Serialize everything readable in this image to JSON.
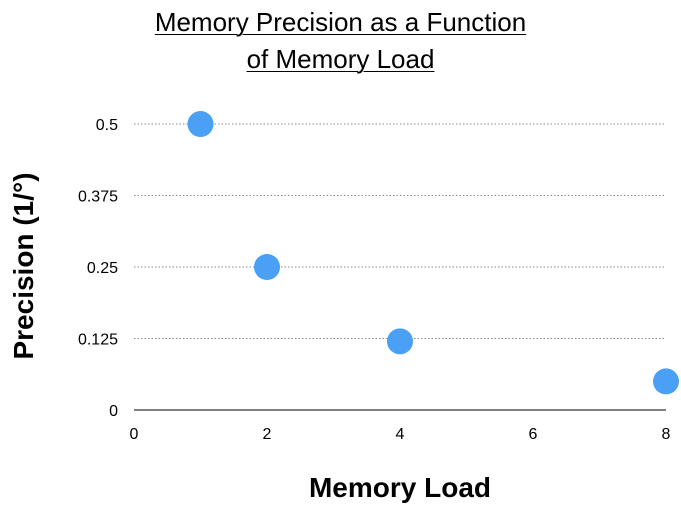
{
  "chart_data": {
    "type": "scatter",
    "title": [
      "Memory Precision as a Function",
      "of Memory Load"
    ],
    "xlabel": "Memory Load",
    "ylabel": "Precision (1/°)",
    "x": [
      1,
      2,
      4,
      8
    ],
    "y": [
      0.5,
      0.25,
      0.12,
      0.05
    ],
    "xlim": [
      0,
      8
    ],
    "ylim": [
      0,
      0.5
    ],
    "xticks": [
      0,
      2,
      4,
      6,
      8
    ],
    "xtick_labels": [
      "0",
      "2",
      "4",
      "6",
      "8"
    ],
    "yticks": [
      0,
      0.125,
      0.25,
      0.375,
      0.5
    ],
    "ytick_labels": [
      "0",
      "0.125",
      "0.25",
      "0.375",
      "0.5"
    ],
    "grid": "horizontal dotted",
    "marker_color": "#4aa0f5"
  }
}
